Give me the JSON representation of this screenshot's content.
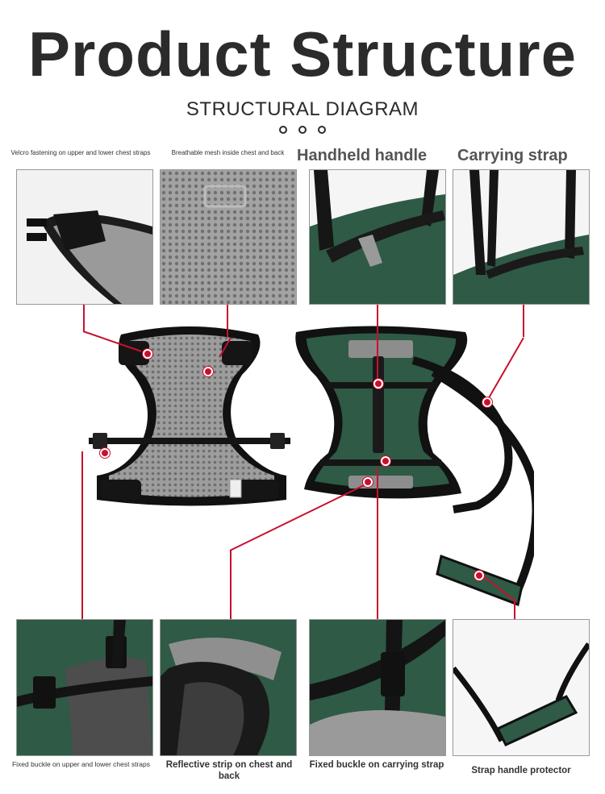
{
  "header": {
    "title": "Product Structure",
    "subtitle": "STRUCTURAL DIAGRAM"
  },
  "top_labels": {
    "velcro": "Velcro fastening on upper and lower chest straps",
    "mesh": "Breathable mesh inside chest and back",
    "handle": "Handheld handle",
    "strap": "Carrying strap"
  },
  "bottom_labels": {
    "fixed_buckle_chest": "Fixed buckle on upper and lower chest straps",
    "reflective": "Reflective strip on chest and back",
    "fixed_buckle_strap": "Fixed buckle on carrying strap",
    "protector": "Strap handle protector"
  },
  "colors": {
    "accent": "#c8102e",
    "fabric_green": "#2f5a45",
    "strap_black": "#161616",
    "mesh_gray": "#8f8f8f"
  }
}
